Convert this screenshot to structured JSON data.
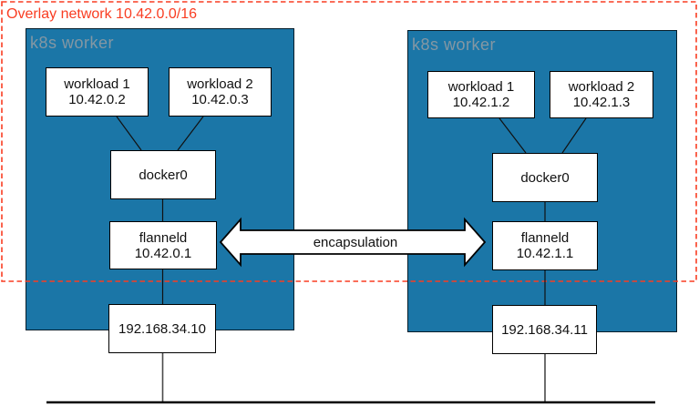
{
  "overlay": {
    "label": "Overlay network 10.42.0.0/16"
  },
  "arrow": {
    "label": "encapsulation"
  },
  "workers": [
    {
      "title": "k8s worker",
      "pods": [
        {
          "name": "workload 1",
          "ip": "10.42.0.2"
        },
        {
          "name": "workload 2",
          "ip": "10.42.0.3"
        }
      ],
      "bridge": "docker0",
      "flanneld": {
        "name": "flanneld",
        "ip": "10.42.0.1"
      },
      "host_ip": "192.168.34.10"
    },
    {
      "title": "k8s worker",
      "pods": [
        {
          "name": "workload 1",
          "ip": "10.42.1.2"
        },
        {
          "name": "workload 2",
          "ip": "10.42.1.3"
        }
      ],
      "bridge": "docker0",
      "flanneld": {
        "name": "flanneld",
        "ip": "10.42.1.1"
      },
      "host_ip": "192.168.34.11"
    }
  ],
  "colors": {
    "worker_bg": "#1b76a7",
    "overlay_red": "#f93d22",
    "title_gray": "#8497a3",
    "box_border": "#000000"
  }
}
